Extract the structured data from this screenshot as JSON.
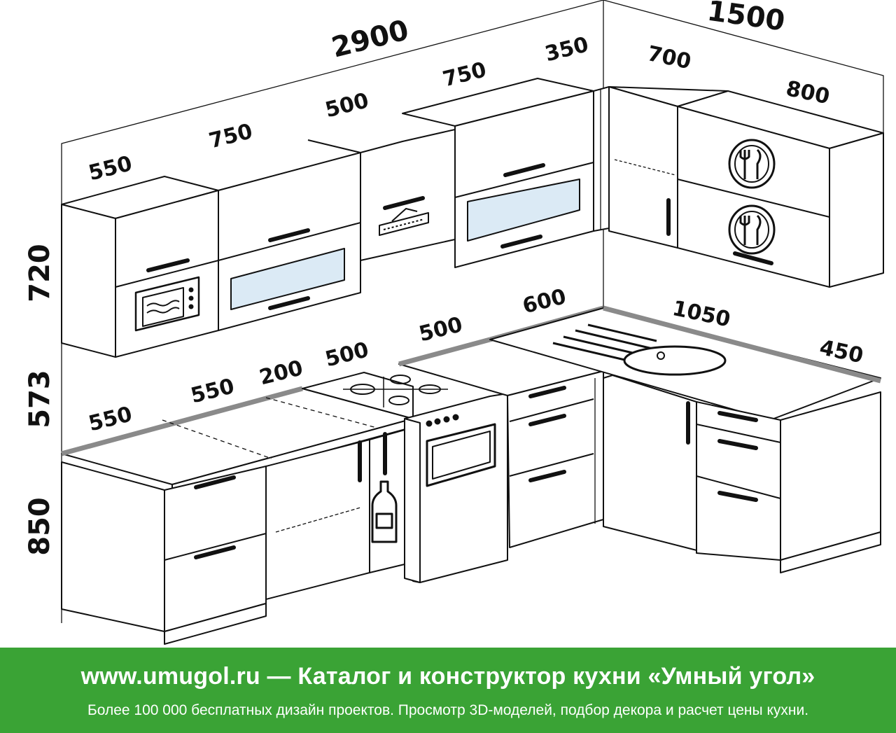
{
  "dimensions": {
    "top_total": "2900",
    "top_right_total": "1500",
    "upper": [
      "550",
      "750",
      "500",
      "750",
      "350",
      "700",
      "800"
    ],
    "counter": [
      "550",
      "550",
      "200",
      "500",
      "500",
      "600",
      "1050",
      "450"
    ],
    "heights": [
      "720",
      "573",
      "850"
    ]
  },
  "banner": {
    "title": "www.umugol.ru — Каталог и конструктор кухни «Умный угол»",
    "subtitle": "Более 100 000 бесплатных дизайн проектов. Просмотр 3D-моделей, подбор декора и расчет цены кухни."
  },
  "colors": {
    "banner_bg": "#3aa335",
    "counter_edge": "#8a8a8a",
    "line": "#111111"
  },
  "icons": [
    "microwave-icon",
    "range-hood-icon",
    "plate-fork-knife-icon",
    "bottle-icon",
    "gas-hob-icon",
    "oven-icon",
    "sink-icon"
  ]
}
